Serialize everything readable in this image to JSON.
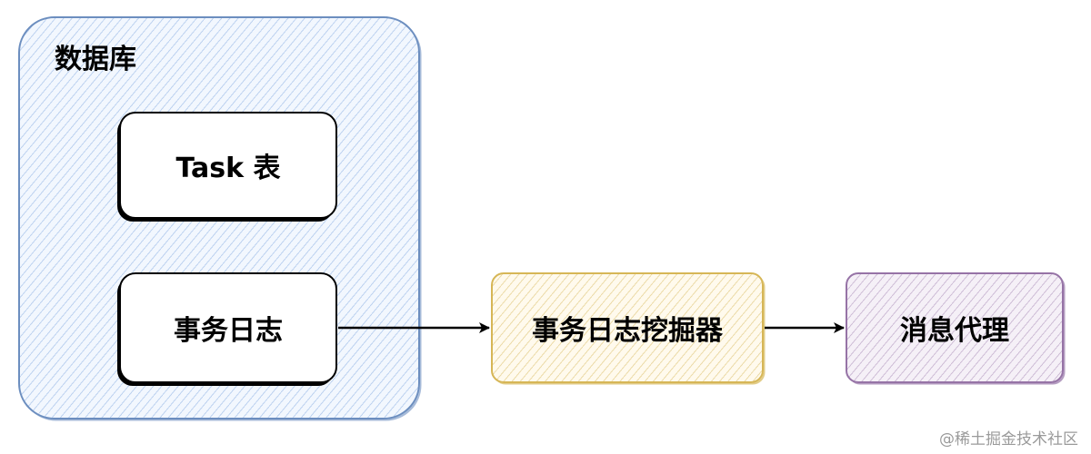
{
  "database": {
    "title": "数据库"
  },
  "nodes": {
    "task_table": "Task 表",
    "transaction_log": "事务日志",
    "log_miner": "事务日志挖掘器",
    "message_broker": "消息代理"
  },
  "watermark": "@稀土掘金技术社区",
  "colors": {
    "database_stroke": "#6c8ebf",
    "miner_stroke": "#d6b656",
    "broker_stroke": "#9673a6"
  }
}
